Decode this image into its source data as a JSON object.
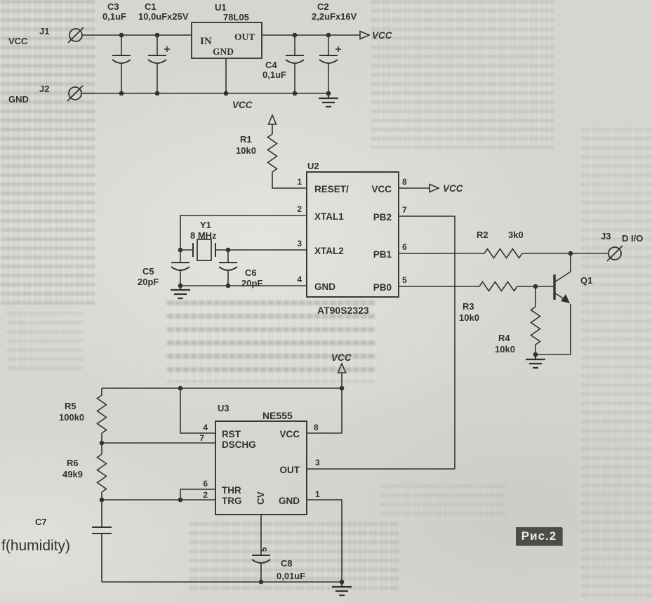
{
  "figure": {
    "label": "Рис.2"
  },
  "nets": {
    "vcc": "VCC"
  },
  "connectors": {
    "j1": {
      "ref": "J1",
      "net_label": "VCC"
    },
    "j2": {
      "ref": "J2",
      "net_label": "GND"
    },
    "j3": {
      "ref": "J3",
      "net_label": "D I/O"
    }
  },
  "regulator": {
    "ref": "U1",
    "part": "78L05",
    "pin_in": "IN",
    "pin_out": "OUT",
    "pin_gnd": "GND"
  },
  "capacitors": {
    "c1": {
      "ref": "C1",
      "value": "10,0uFx25V"
    },
    "c2": {
      "ref": "C2",
      "value": "2,2uFx16V"
    },
    "c3": {
      "ref": "C3",
      "value": "0,1uF"
    },
    "c4": {
      "ref": "C4",
      "value": "0,1uF"
    },
    "c5": {
      "ref": "C5",
      "value": "20pF"
    },
    "c6": {
      "ref": "C6",
      "value": "20pF"
    },
    "c7": {
      "ref": "C7",
      "value": "f(humidity)"
    },
    "c8": {
      "ref": "C8",
      "value": "0,01uF"
    }
  },
  "resistors": {
    "r1": {
      "ref": "R1",
      "value": "10k0"
    },
    "r2": {
      "ref": "R2",
      "value": "3k0"
    },
    "r3": {
      "ref": "R3",
      "value": "10k0"
    },
    "r4": {
      "ref": "R4",
      "value": "10k0"
    },
    "r5": {
      "ref": "R5",
      "value": "100k0"
    },
    "r6": {
      "ref": "R6",
      "value": "49k9"
    }
  },
  "crystal": {
    "ref": "Y1",
    "value": "8 MHz"
  },
  "transistor": {
    "ref": "Q1"
  },
  "mcu": {
    "ref": "U2",
    "part": "AT90S2323",
    "pins": {
      "reset": {
        "num": "1",
        "name": "RESET/"
      },
      "xtal1": {
        "num": "2",
        "name": "XTAL1"
      },
      "xtal2": {
        "num": "3",
        "name": "XTAL2"
      },
      "gnd": {
        "num": "4",
        "name": "GND"
      },
      "vcc": {
        "num": "8",
        "name": "VCC"
      },
      "pb2": {
        "num": "7",
        "name": "PB2"
      },
      "pb1": {
        "num": "6",
        "name": "PB1"
      },
      "pb0": {
        "num": "5",
        "name": "PB0"
      }
    }
  },
  "timer": {
    "ref": "U3",
    "part": "NE555",
    "pins": {
      "rst": {
        "num": "4",
        "name": "RST"
      },
      "dschg": {
        "num": "7",
        "name": "DSCHG"
      },
      "thr": {
        "num": "6",
        "name": "THR"
      },
      "trg": {
        "num": "2",
        "name": "TRG"
      },
      "vcc": {
        "num": "8",
        "name": "VCC"
      },
      "out": {
        "num": "3",
        "name": "OUT"
      },
      "gnd": {
        "num": "1",
        "name": "GND"
      },
      "cv": {
        "num": "5",
        "name": "CV"
      }
    }
  }
}
